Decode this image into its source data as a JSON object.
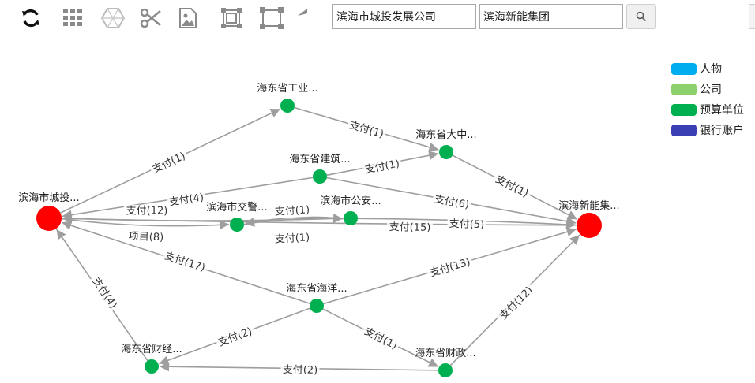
{
  "toolbar": {
    "tools": [
      {
        "name": "refresh-icon"
      },
      {
        "name": "grid-icon"
      },
      {
        "name": "hexagon-icon"
      },
      {
        "name": "scissors-icon"
      },
      {
        "name": "image-icon"
      },
      {
        "name": "frame-select-icon"
      },
      {
        "name": "box-select-icon"
      },
      {
        "name": "undo-icon"
      }
    ],
    "search_from": "滨海市城投发展公司",
    "search_to": "滨海新能集团",
    "search_button_icon": "search-icon"
  },
  "legend": [
    {
      "label": "人物",
      "color": "#00aeef"
    },
    {
      "label": "公司",
      "color": "#8dd16c"
    },
    {
      "label": "预算单位",
      "color": "#00b050"
    },
    {
      "label": "银行账户",
      "color": "#3b3fb4"
    }
  ],
  "nodes": [
    {
      "id": "chengtou",
      "label": "滨海市城投...",
      "type": "公司",
      "color": "#ff0000",
      "major": true
    },
    {
      "id": "xinneng",
      "label": "滨海新能集...",
      "type": "公司",
      "color": "#ff0000",
      "major": true
    },
    {
      "id": "gongye",
      "label": "海东省工业...",
      "type": "预算单位",
      "color": "#00b050"
    },
    {
      "id": "dazhong",
      "label": "海东省大中...",
      "type": "预算单位",
      "color": "#00b050"
    },
    {
      "id": "jianzhu",
      "label": "海东省建筑...",
      "type": "预算单位",
      "color": "#00b050"
    },
    {
      "id": "jiaojing",
      "label": "滨海市交警...",
      "type": "预算单位",
      "color": "#00b050"
    },
    {
      "id": "gongan",
      "label": "滨海市公安...",
      "type": "预算单位",
      "color": "#00b050"
    },
    {
      "id": "haiyang",
      "label": "海东省海洋...",
      "type": "预算单位",
      "color": "#00b050"
    },
    {
      "id": "caijing",
      "label": "海东省财经...",
      "type": "预算单位",
      "color": "#00b050"
    },
    {
      "id": "caizheng",
      "label": "海东省财政...",
      "type": "预算单位",
      "color": "#00b050"
    }
  ],
  "edges": [
    {
      "from": "chengtou",
      "to": "gongye",
      "label": "支付(1)"
    },
    {
      "from": "gongye",
      "to": "dazhong",
      "label": "支付(1)"
    },
    {
      "from": "dazhong",
      "to": "xinneng",
      "label": "支付(1)"
    },
    {
      "from": "jianzhu",
      "to": "dazhong",
      "label": "支付(1)"
    },
    {
      "from": "jianzhu",
      "to": "chengtou",
      "label": "支付(4)"
    },
    {
      "from": "jianzhu",
      "to": "xinneng",
      "label": "支付(6)"
    },
    {
      "from": "gongan",
      "to": "chengtou",
      "label": "支付(12)"
    },
    {
      "from": "chengtou",
      "to": "jiaojing",
      "label": "项目(8)"
    },
    {
      "from": "jiaojing",
      "to": "gongan",
      "label": "支付(1)"
    },
    {
      "from": "gongan",
      "to": "jiaojing",
      "label": "支付(1)"
    },
    {
      "from": "gongan",
      "to": "xinneng",
      "label": "支付(5)"
    },
    {
      "from": "xinneng",
      "to": "chengtou",
      "label": "支付(15)"
    },
    {
      "from": "haiyang",
      "to": "chengtou",
      "label": "支付(17)"
    },
    {
      "from": "haiyang",
      "to": "xinneng",
      "label": "支付(13)"
    },
    {
      "from": "haiyang",
      "to": "caijing",
      "label": "支付(2)"
    },
    {
      "from": "haiyang",
      "to": "caizheng",
      "label": "支付(1)"
    },
    {
      "from": "caijing",
      "to": "chengtou",
      "label": "支付(4)"
    },
    {
      "from": "caizheng",
      "to": "caijing",
      "label": "支付(2)"
    },
    {
      "from": "caizheng",
      "to": "xinneng",
      "label": "支付(12)"
    }
  ]
}
